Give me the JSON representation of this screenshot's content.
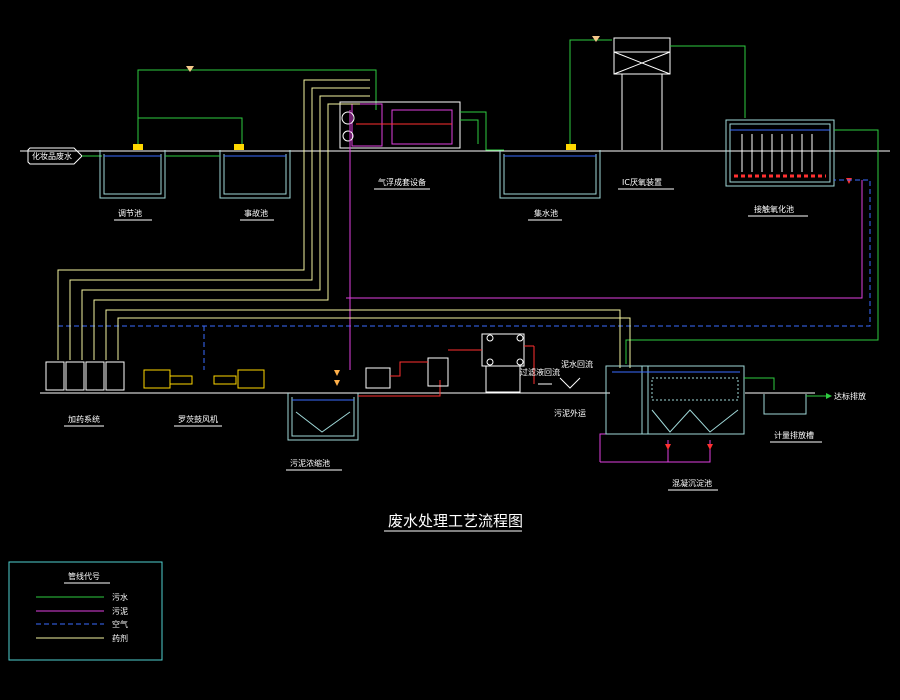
{
  "title": "废水处理工艺流程图",
  "inlet_label": "化妆品废水",
  "units": {
    "tiaojie": "调节池",
    "shigu": "事故池",
    "qifu": "气浮成套设备",
    "jishui": "集水池",
    "ic": "IC厌氧装置",
    "jiechu": "接触氧化池",
    "jiayao": "加药系统",
    "luoci": "罗茨鼓风机",
    "wuni": "污泥浓缩池",
    "chendian": "混凝沉淀池",
    "jiliang": "计量排放槽",
    "wunichuli": "泥水回流",
    "chujiao": "污泥外运",
    "tiaojiechi2": "过滤液回流"
  },
  "outlet_label": "达标排放",
  "legend": {
    "heading": "管线代号",
    "items": [
      {
        "name": "污水",
        "color": "#2ecc40"
      },
      {
        "name": "污泥",
        "color": "#e040e0"
      },
      {
        "name": "空气",
        "color": "#3a6cff"
      },
      {
        "name": "药剂",
        "color": "#f5f5a0"
      }
    ]
  },
  "colors": {
    "sewage": "#2ecc40",
    "sludge": "#e040e0",
    "air": "#3a6cff",
    "chem": "#f5f5a0",
    "tank": "#9fd8d8",
    "equipment": "#ffffff",
    "pump": "#ffd700",
    "heater": "#ff3030"
  }
}
